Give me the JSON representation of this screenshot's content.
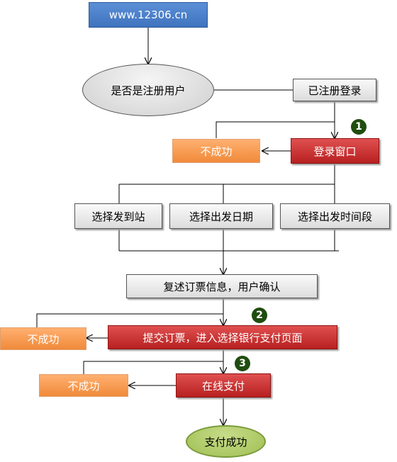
{
  "nodes": {
    "site": "www.12306.cn",
    "is_registered": "是否是注册用户",
    "registered_login": "已注册登录",
    "login_window": "登录窗口",
    "fail_1": "不成功",
    "select_station": "选择发到站",
    "select_date": "选择出发日期",
    "select_time": "选择出发时间段",
    "confirm": "复述订票信息，用户确认",
    "submit": "提交订票，进入选择银行支付页面",
    "fail_2": "不成功",
    "pay_online": "在线支付",
    "fail_3": "不成功",
    "success": "支付成功"
  },
  "badges": {
    "b1": "1",
    "b2": "2",
    "b3": "3"
  },
  "colors": {
    "blue": "#4a7fc9",
    "red": "#c83232",
    "orange": "#f79646",
    "gray": "#e6e6e6",
    "green": "#9bbb59",
    "badge": "#1f4d0f"
  }
}
